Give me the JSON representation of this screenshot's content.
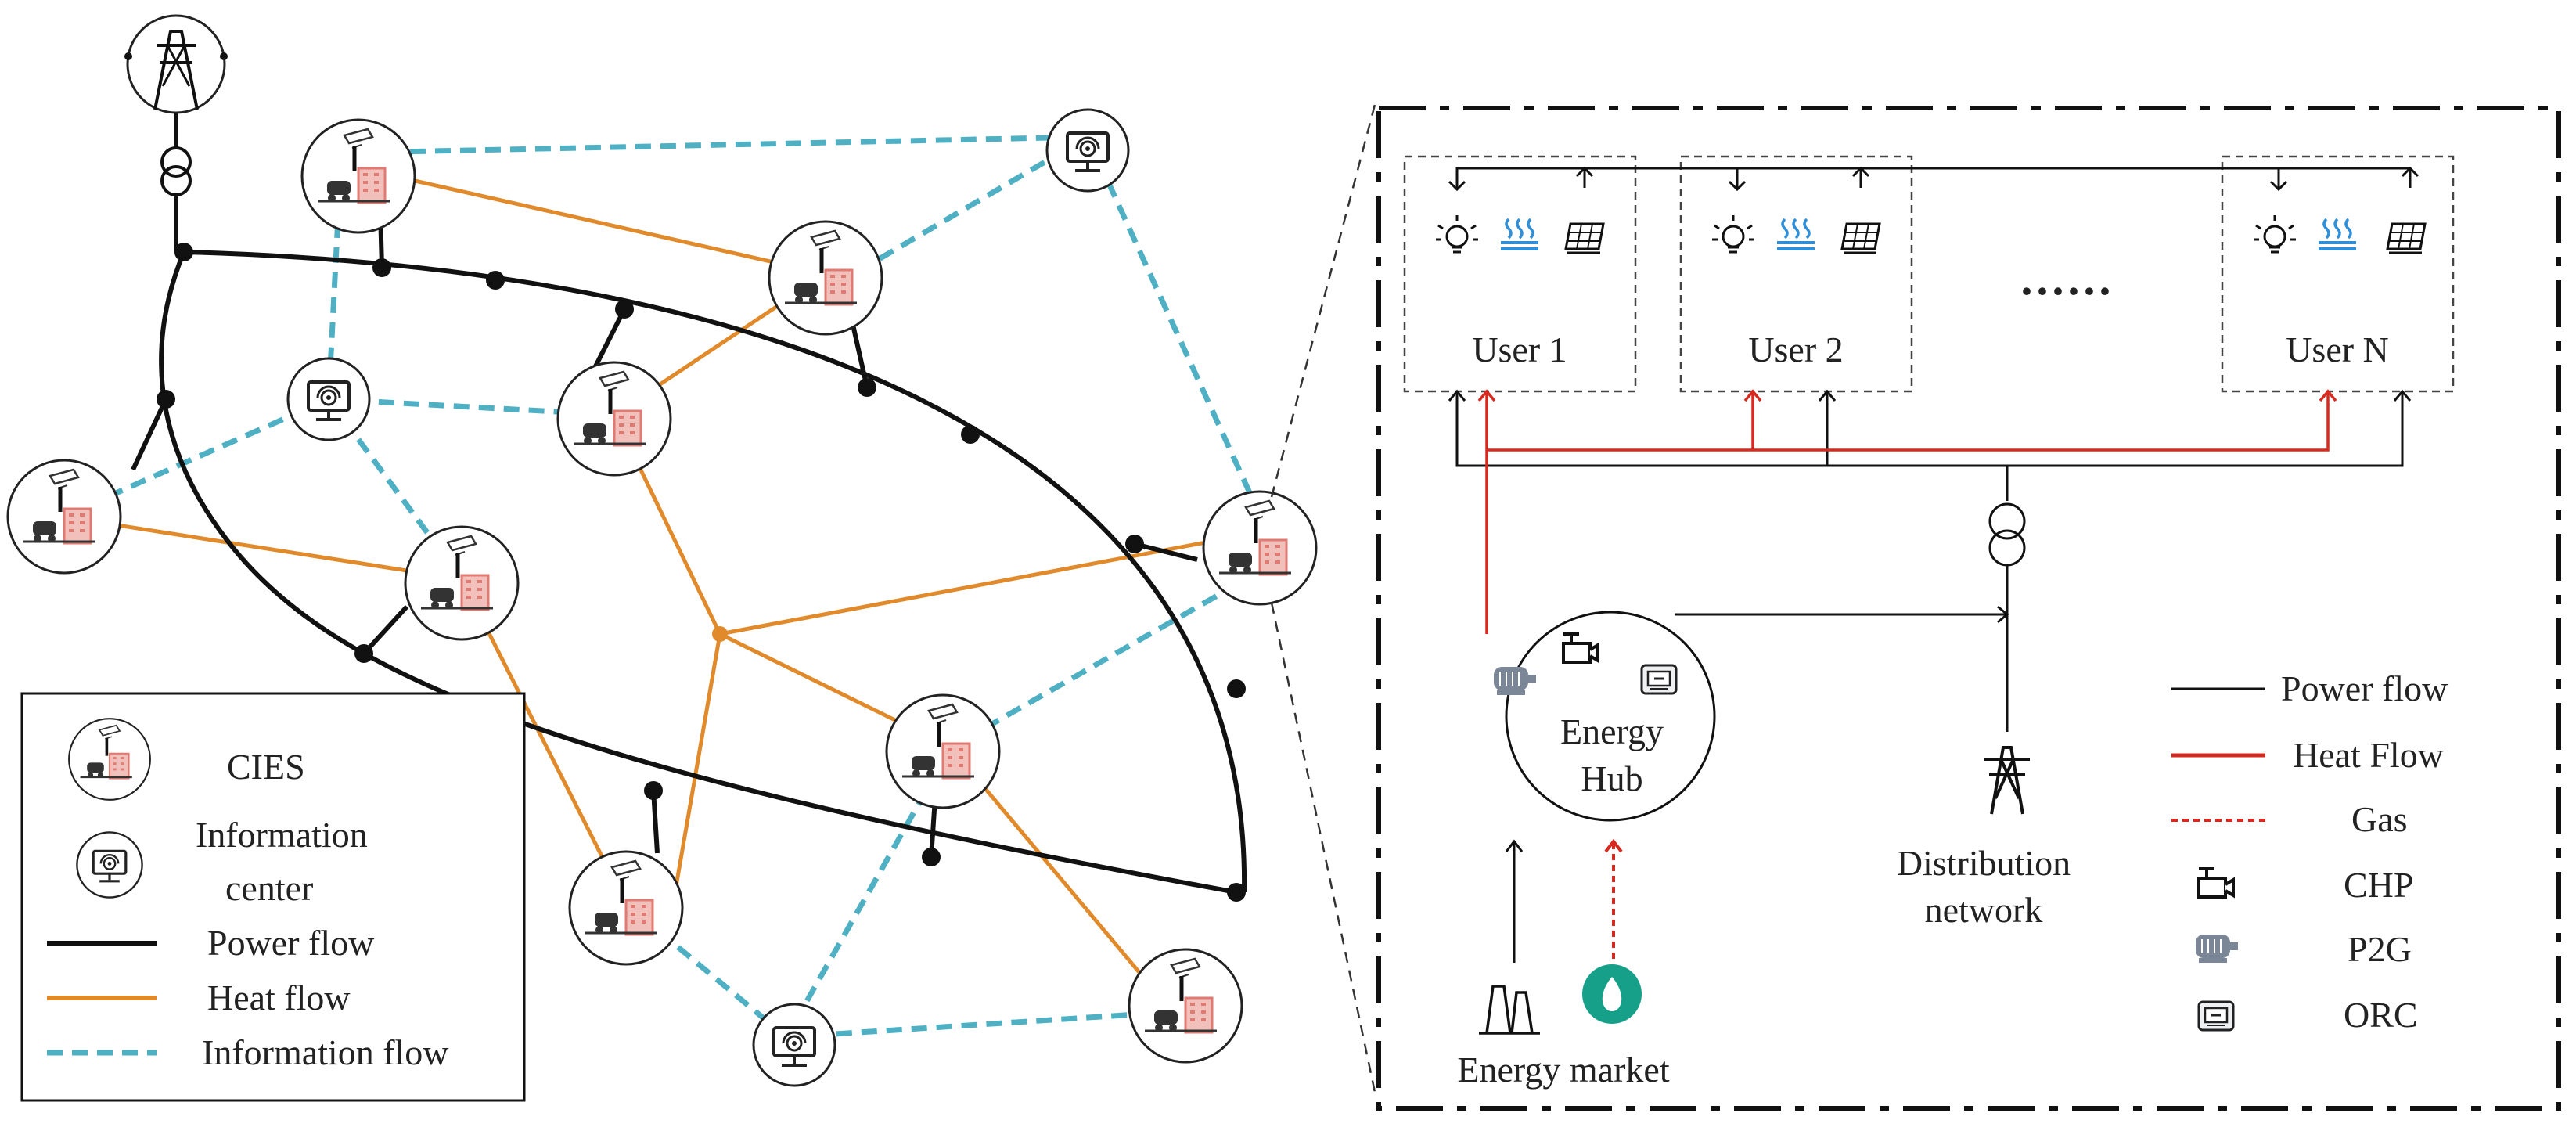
{
  "colors": {
    "power": "#111111",
    "heat": "#e08a2c",
    "information": "#4fb0c4",
    "heat_flow_red": "#d62a20",
    "gas": "#d62a20",
    "building": "#e07a72",
    "hub_icon": "#6d7a88",
    "blue_icon": "#2f8fd8",
    "market_flame": "#16a08a"
  },
  "left_legend": {
    "items": [
      {
        "icon": "cies-icon",
        "label": "CIES"
      },
      {
        "icon": "information-center-icon",
        "label_line1": "Information",
        "label_line2": "center"
      },
      {
        "icon": "power-line-icon",
        "label": "Power flow"
      },
      {
        "icon": "heat-line-icon",
        "label": "Heat flow"
      },
      {
        "icon": "information-line-icon",
        "label": "Information flow"
      }
    ]
  },
  "users": [
    {
      "label": "User 1",
      "icons": [
        "lightbulb-icon",
        "heat-wave-icon",
        "solar-panel-icon"
      ]
    },
    {
      "label": "User 2",
      "icons": [
        "lightbulb-icon",
        "heat-wave-icon",
        "solar-panel-icon"
      ]
    },
    {
      "label": "User N",
      "icons": [
        "lightbulb-icon",
        "heat-wave-icon",
        "solar-panel-icon"
      ]
    }
  ],
  "ellipsis": "······",
  "energy_hub": {
    "line1": "Energy",
    "line2": "Hub"
  },
  "distribution": {
    "line1": "Distribution",
    "line2": "network"
  },
  "energy_market": "Energy market",
  "right_legend": {
    "items": [
      {
        "icon": "power-line-icon",
        "label": "Power flow"
      },
      {
        "icon": "heat-flow-line-icon",
        "label": "Heat Flow"
      },
      {
        "icon": "gas-line-icon",
        "label": "Gas"
      },
      {
        "icon": "chp-icon",
        "label": "CHP"
      },
      {
        "icon": "p2g-icon",
        "label": "P2G"
      },
      {
        "icon": "orc-icon",
        "label": "ORC"
      }
    ]
  }
}
